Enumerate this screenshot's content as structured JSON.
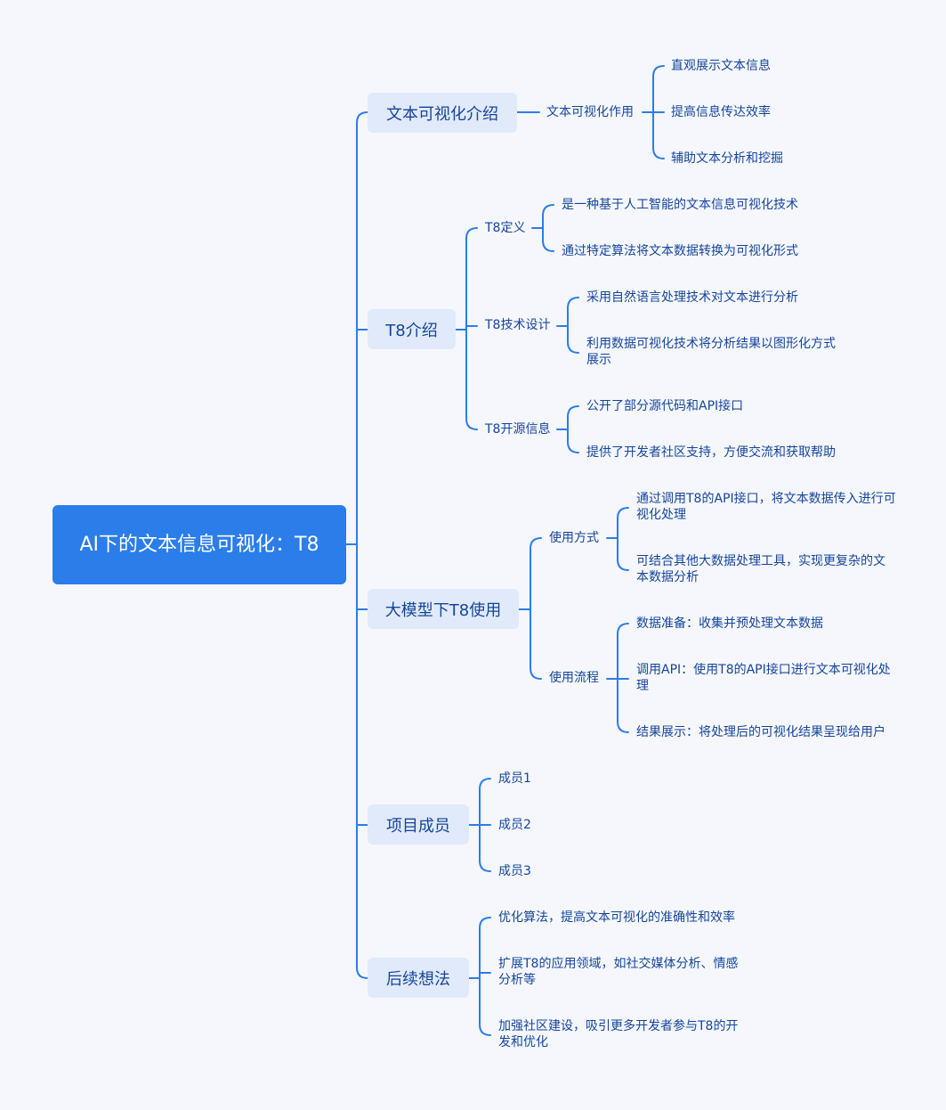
{
  "root": {
    "title": "AI下的文本信息可视化：T8"
  },
  "branches": [
    {
      "label": "文本可视化介绍",
      "children": [
        {
          "label": "文本可视化作用",
          "children": [
            "直观展示文本信息",
            "提高信息传达效率",
            "辅助文本分析和挖掘"
          ]
        }
      ]
    },
    {
      "label": "T8介绍",
      "children": [
        {
          "label": "T8定义",
          "children": [
            "是一种基于人工智能的文本信息可视化技术",
            "通过特定算法将文本数据转换为可视化形式"
          ]
        },
        {
          "label": "T8技术设计",
          "children": [
            "采用自然语言处理技术对文本进行分析",
            "利用数据可视化技术将分析结果以图形化方式展示"
          ]
        },
        {
          "label": "T8开源信息",
          "children": [
            "公开了部分源代码和API接口",
            "提供了开发者社区支持，方便交流和获取帮助"
          ]
        }
      ]
    },
    {
      "label": "大模型下T8使用",
      "children": [
        {
          "label": "使用方式",
          "children": [
            "通过调用T8的API接口，将文本数据传入进行可视化处理",
            "可结合其他大数据处理工具，实现更复杂的文本数据分析"
          ]
        },
        {
          "label": "使用流程",
          "children": [
            "数据准备：收集并预处理文本数据",
            "调用API：使用T8的API接口进行文本可视化处理",
            "结果展示：将处理后的可视化结果呈现给用户"
          ]
        }
      ]
    },
    {
      "label": "项目成员",
      "children": [
        "成员1",
        "成员2",
        "成员3"
      ]
    },
    {
      "label": "后续想法",
      "children": [
        "优化算法，提高文本可视化的准确性和效率",
        "扩展T8的应用领域，如社交媒体分析、情感分析等",
        "加强社区建设，吸引更多开发者参与T8的开发和优化"
      ]
    }
  ]
}
